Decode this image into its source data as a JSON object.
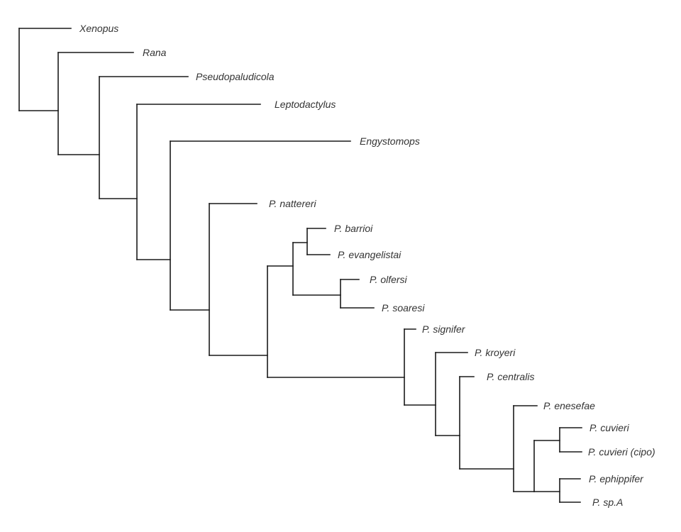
{
  "diagram": {
    "type": "phylogenetic-tree",
    "line_color": "#1a1a1a",
    "label_color": "#333333",
    "tree": {
      "id": "root",
      "depth": 0,
      "children": [
        {
          "label": "Xenopus",
          "depth": 7.3
        },
        {
          "id": "n2",
          "depth": 5.5,
          "children": [
            {
              "label": "Rana",
              "depth": 16.1
            },
            {
              "id": "n3",
              "depth": 11.3,
              "children": [
                {
                  "label": "Pseudopaludicola",
                  "depth": 23.8
                },
                {
                  "id": "n4",
                  "depth": 16.6,
                  "children": [
                    {
                      "label": "Leptodactylus",
                      "depth": 34.0
                    },
                    {
                      "id": "n5",
                      "depth": 21.3,
                      "children": [
                        {
                          "label": "Engystomops",
                          "depth": 46.7
                        },
                        {
                          "id": "n6",
                          "depth": 26.8,
                          "children": [
                            {
                              "label": "P. nattereri",
                              "depth": 33.5
                            },
                            {
                              "id": "n7",
                              "depth": 35.0,
                              "children": [
                                {
                                  "id": "n8",
                                  "depth": 38.6,
                                  "children": [
                                    {
                                      "id": "n8a",
                                      "depth": 40.6,
                                      "children": [
                                        {
                                          "label": "P. barrioi",
                                          "depth": 43.2
                                        },
                                        {
                                          "label": "P. evangelistai",
                                          "depth": 43.8
                                        }
                                      ]
                                    },
                                    {
                                      "id": "n8b",
                                      "depth": 45.3,
                                      "children": [
                                        {
                                          "label": "P. olfersi",
                                          "depth": 47.9
                                        },
                                        {
                                          "label": "P. soaresi",
                                          "depth": 50.0
                                        }
                                      ]
                                    }
                                  ]
                                },
                                {
                                  "id": "n9",
                                  "depth": 54.3,
                                  "children": [
                                    {
                                      "label": "P. signifer",
                                      "depth": 55.9
                                    },
                                    {
                                      "id": "n10",
                                      "depth": 58.7,
                                      "children": [
                                        {
                                          "label": "P. kroyeri",
                                          "depth": 63.2
                                        },
                                        {
                                          "id": "n11",
                                          "depth": 62.1,
                                          "children": [
                                            {
                                              "label": "P. centralis",
                                              "depth": 64.1
                                            },
                                            {
                                              "id": "n12",
                                              "depth": 69.7,
                                              "children": [
                                                {
                                                  "label": "P. enesefae",
                                                  "depth": 73.0
                                                },
                                                {
                                                  "id": "n13",
                                                  "depth": 72.6,
                                                  "children": [
                                                    {
                                                      "id": "n13a",
                                                      "depth": 76.2,
                                                      "children": [
                                                        {
                                                          "label": "P. cuvieri",
                                                          "depth": 79.3
                                                        },
                                                        {
                                                          "label": "P. cuvieri (cipo)",
                                                          "depth": 79.3
                                                        }
                                                      ]
                                                    },
                                                    {
                                                      "id": "n13b",
                                                      "depth": 76.2,
                                                      "children": [
                                                        {
                                                          "label": "P. ephippifer",
                                                          "depth": 79.1
                                                        },
                                                        {
                                                          "label": "P. sp.A",
                                                          "depth": 79.1
                                                        }
                                                      ]
                                                    }
                                                  ]
                                                }
                                              ]
                                            }
                                          ]
                                        }
                                      ]
                                    }
                                  ]
                                }
                              ]
                            }
                          ]
                        }
                      ]
                    }
                  ]
                }
              ]
            }
          ]
        }
      ]
    },
    "tips": [
      "Xenopus",
      "Rana",
      "Pseudopaludicola",
      "Leptodactylus",
      "Engystomops",
      "P. nattereri",
      "P. barrioi",
      "P. evangelistai",
      "P. olfersi",
      "P. soaresi",
      "P. signifer",
      "P. kroyeri",
      "P. centralis",
      "P. enesefae",
      "P. cuvieri",
      "P. cuvieri (cipo)",
      "P. ephippifer",
      "P. sp.A"
    ]
  }
}
